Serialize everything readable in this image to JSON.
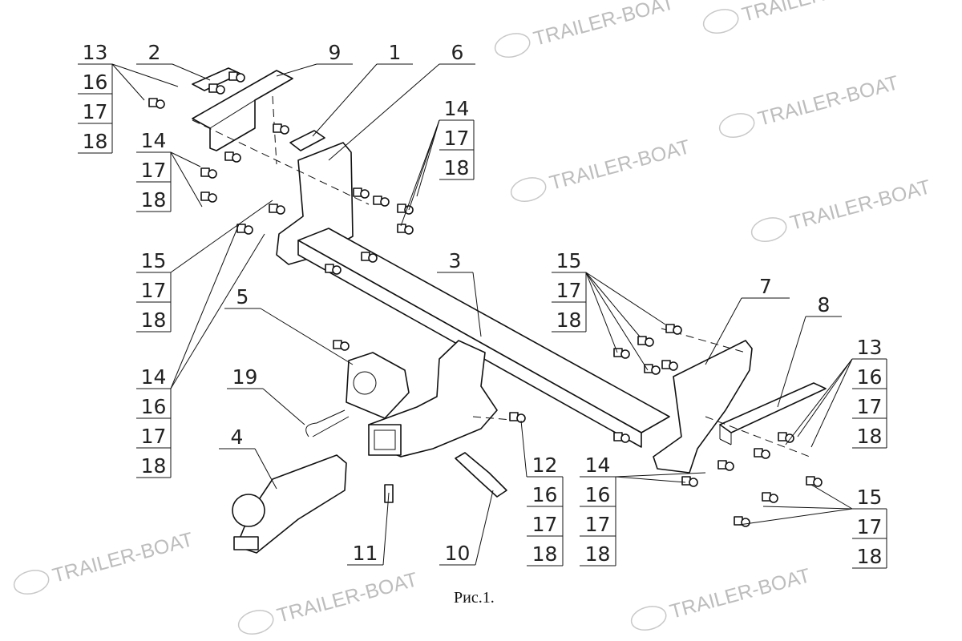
{
  "watermark": "TRAILER-BOAT",
  "caption": "Рис.1.",
  "colors": {
    "line": "#111111",
    "watermark": "#bdbdbd"
  },
  "callouts": [
    {
      "id": "c13a",
      "labels": [
        "13",
        "16",
        "17",
        "18"
      ]
    },
    {
      "id": "c2",
      "labels": [
        "2"
      ]
    },
    {
      "id": "c9",
      "labels": [
        "9"
      ]
    },
    {
      "id": "c1",
      "labels": [
        "1"
      ]
    },
    {
      "id": "c6",
      "labels": [
        "6"
      ]
    },
    {
      "id": "c14a",
      "labels": [
        "14",
        "17",
        "18"
      ]
    },
    {
      "id": "c14b",
      "labels": [
        "14",
        "17",
        "18"
      ]
    },
    {
      "id": "c15a",
      "labels": [
        "15",
        "17",
        "18"
      ]
    },
    {
      "id": "c5",
      "labels": [
        "5"
      ]
    },
    {
      "id": "c3",
      "labels": [
        "3"
      ]
    },
    {
      "id": "c15b",
      "labels": [
        "15",
        "17",
        "18"
      ]
    },
    {
      "id": "c7",
      "labels": [
        "7"
      ]
    },
    {
      "id": "c8",
      "labels": [
        "8"
      ]
    },
    {
      "id": "c13b",
      "labels": [
        "13",
        "16",
        "17",
        "18"
      ]
    },
    {
      "id": "c14c",
      "labels": [
        "14",
        "16",
        "17",
        "18"
      ]
    },
    {
      "id": "c19",
      "labels": [
        "19"
      ]
    },
    {
      "id": "c4",
      "labels": [
        "4"
      ]
    },
    {
      "id": "c12",
      "labels": [
        "12",
        "16",
        "17",
        "18"
      ]
    },
    {
      "id": "c14d",
      "labels": [
        "14",
        "16",
        "17",
        "18"
      ]
    },
    {
      "id": "c15c",
      "labels": [
        "15",
        "17",
        "18"
      ]
    },
    {
      "id": "c11",
      "labels": [
        "11"
      ]
    },
    {
      "id": "c10",
      "labels": [
        "10"
      ]
    }
  ]
}
